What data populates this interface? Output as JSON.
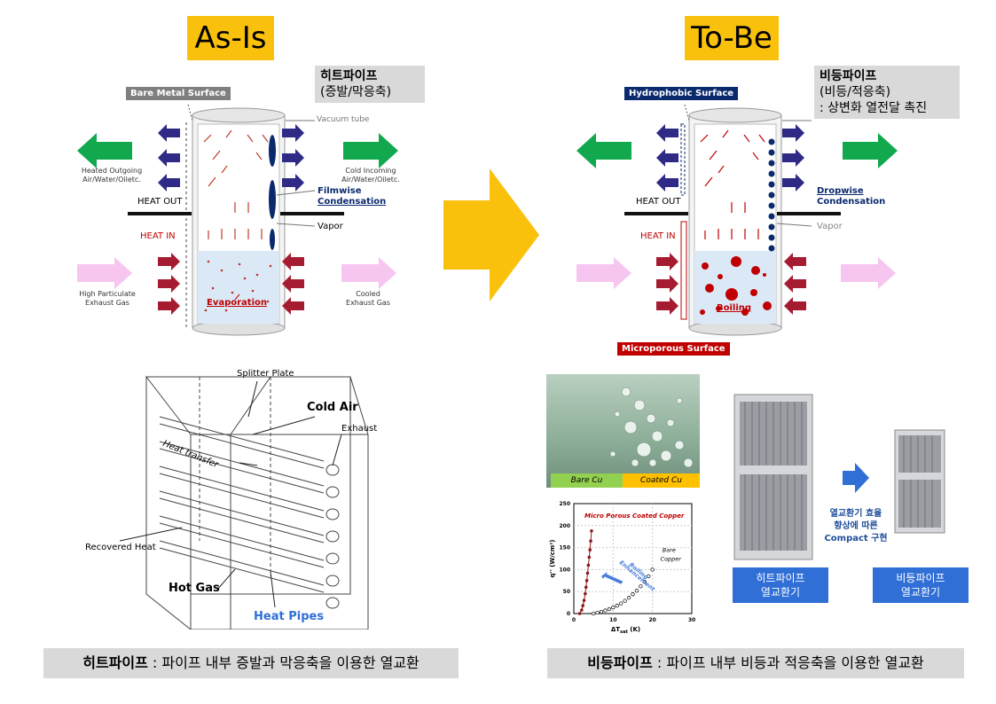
{
  "titles": {
    "left": "As-Is",
    "right": "To-Be"
  },
  "left_panel": {
    "gray_title": "히트파이프",
    "gray_sub": "(증발/막응축)",
    "bare_metal": "Bare Metal Surface",
    "vacuum_tube": "Vacuum tube",
    "heated_outgoing": "Heated Outgoing\nAir/Water/Oiletc.",
    "cold_incoming": "Cold Incoming\nAir/Water/Oiletc.",
    "filmwise_1": "Filmwise",
    "filmwise_2": "Condensation",
    "heat_out": "HEAT OUT",
    "heat_in": "HEAT IN",
    "vapor": "Vapor",
    "high_particulate": "High Particulate\nExhaust Gas",
    "cooled_exhaust": "Cooled\nExhaust Gas",
    "evaporation": "Evaporation"
  },
  "right_panel": {
    "gray_title": "비등파이프",
    "gray_sub": "(비등/적응축)",
    "gray_note": ": 상변화 열전달 촉진",
    "hydrophobic": "Hydrophobic Surface",
    "dropwise_1": "Dropwise",
    "dropwise_2": "Condensation",
    "heat_out": "HEAT OUT",
    "heat_in": "HEAT IN",
    "vapor": "Vapor",
    "boiling": "Boiling",
    "microporous": "Microporous Surface"
  },
  "exchanger": {
    "splitter_plate": "Splitter Plate",
    "cold_air": "Cold Air",
    "exhaust": "Exhaust",
    "heat_transfer": "Heat transfer",
    "recovered_heat": "Recovered Heat",
    "hot_gas": "Hot Gas",
    "heat_pipes": "Heat Pipes"
  },
  "photo": {
    "bare": "Bare Cu",
    "coated": "Coated Cu"
  },
  "graph": {
    "series_red": "Micro Porous Coated Copper",
    "series_black_1": "Bare",
    "series_black_2": "Copper",
    "enh_1": "Boiling",
    "enh_2": "Enhancement",
    "ylabel": "q'' (W/cm²)",
    "xlabel": "ΔT",
    "xlabel_sub": "sat",
    "xlabel_unit": " (K)",
    "yticks": [
      "0",
      "50",
      "100",
      "150",
      "200",
      "250"
    ],
    "xticks": [
      "0",
      "10",
      "20",
      "30"
    ]
  },
  "chart_data": {
    "type": "scatter",
    "xlabel": "ΔTsat (K)",
    "ylabel": "q'' (W/cm²)",
    "xlim": [
      0,
      30
    ],
    "ylim": [
      0,
      250
    ],
    "series": [
      {
        "name": "Micro Porous Coated Copper",
        "color": "#8b1a1a",
        "x": [
          1.5,
          2.0,
          2.3,
          2.6,
          2.9,
          3.1,
          3.3,
          3.5,
          3.7,
          3.9,
          4.1,
          4.3,
          4.5
        ],
        "y": [
          0,
          8,
          18,
          30,
          45,
          60,
          75,
          92,
          110,
          128,
          145,
          165,
          188
        ]
      },
      {
        "name": "Bare Copper",
        "color": "#000000",
        "x": [
          5,
          6,
          7,
          8,
          9,
          10,
          11,
          12,
          13,
          14,
          15,
          16,
          17,
          18,
          19,
          20
        ],
        "y": [
          0,
          2,
          4,
          7,
          10,
          14,
          18,
          23,
          29,
          36,
          44,
          52,
          62,
          72,
          85,
          100
        ]
      }
    ]
  },
  "units": {
    "arrow_text_1": "열교환기 효율",
    "arrow_text_2": "향상에 따른",
    "arrow_text_3": "Compact 구현"
  },
  "unit_labels": {
    "heatpipe_1": "히트파이프",
    "heatpipe_2": "열교환기",
    "boiling_1": "비등파이프",
    "boiling_2": "열교환기"
  },
  "captions": {
    "left_bold": "히트파이프",
    "left_rest": " : 파이프 내부 증발과 막응축을 이용한 열교환",
    "right_bold": "비등파이프",
    "right_rest": " : 파이프 내부 비등과 적응축을 이용한 열교환"
  },
  "colors": {
    "accent_yellow": "#f9c10c",
    "arrow_green": "#12a94e",
    "arrow_navy": "#2e2a85",
    "arrow_red": "#a51c30",
    "arrow_pink": "#f7c6f0",
    "blue_box": "#2f6fd6"
  }
}
